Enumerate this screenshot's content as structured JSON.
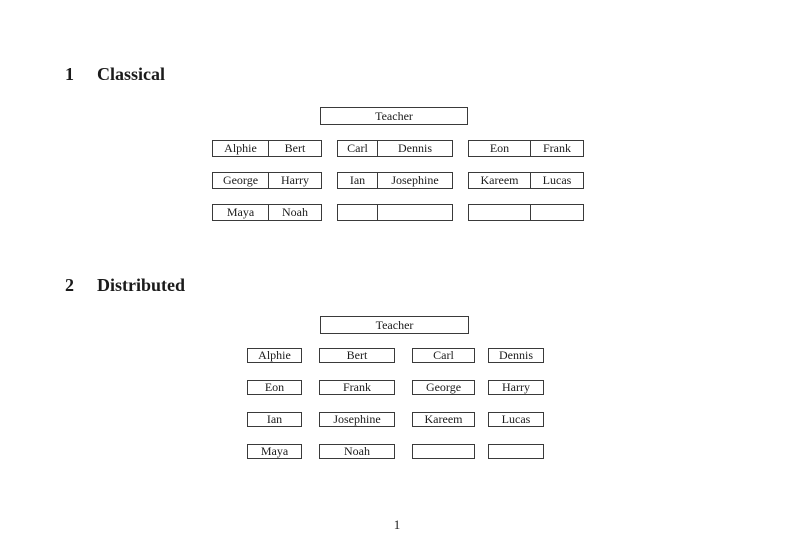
{
  "colors": {
    "background": "#ffffff",
    "ink": "#1b1b1b",
    "border": "#3a3a3a"
  },
  "sections": {
    "classical": {
      "number": "1",
      "title": "Classical",
      "teacher": "Teacher",
      "desks": [
        [
          "Alphie",
          "Bert"
        ],
        [
          "Carl",
          "Dennis"
        ],
        [
          "Eon",
          "Frank"
        ],
        [
          "George",
          "Harry"
        ],
        [
          "Ian",
          "Josephine"
        ],
        [
          "Kareem",
          "Lucas"
        ],
        [
          "Maya",
          "Noah"
        ],
        [
          "",
          ""
        ],
        [
          "",
          ""
        ]
      ]
    },
    "distributed": {
      "number": "2",
      "title": "Distributed",
      "teacher": "Teacher",
      "rows": [
        [
          "Alphie",
          "Bert",
          "Carl",
          "Dennis"
        ],
        [
          "Eon",
          "Frank",
          "George",
          "Harry"
        ],
        [
          "Ian",
          "Josephine",
          "Kareem",
          "Lucas"
        ],
        [
          "Maya",
          "Noah",
          "",
          ""
        ]
      ]
    }
  },
  "footer": {
    "page_number": "1"
  }
}
